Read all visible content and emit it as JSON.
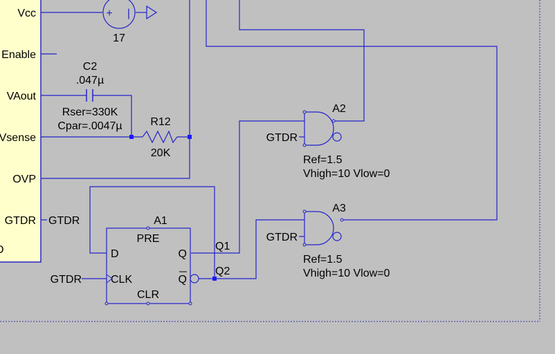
{
  "colors": {
    "background": "#c0c0c0",
    "wire": "#2222cc",
    "ic_fill": "#ffffcc",
    "text": "#000000",
    "junction": "#1a1aff",
    "border": "#3333aa"
  },
  "ic": {
    "pins": [
      {
        "id": "vcc",
        "label": "Vcc"
      },
      {
        "id": "enable",
        "label": "Enable"
      },
      {
        "id": "vaout",
        "label": "VAout"
      },
      {
        "id": "vsense",
        "label": "Vsense"
      },
      {
        "id": "ovp",
        "label": "OVP"
      },
      {
        "id": "gtdr",
        "label": "GTDR"
      }
    ],
    "extra_label": "D"
  },
  "source": {
    "value": "17",
    "plus": "+",
    "minus": "|"
  },
  "components": {
    "c2": {
      "name": "C2",
      "value": ".047µ",
      "rser": "Rser=330K",
      "cpar": "Cpar=.0047µ"
    },
    "r12": {
      "name": "R12",
      "value": "20K"
    },
    "a1": {
      "name": "A1",
      "pin_d": "D",
      "pin_pre": "PRE",
      "pin_q": "Q",
      "pin_qbar": "Q",
      "pin_clk": "CLK",
      "pin_clr": "CLR"
    },
    "a2": {
      "name": "A2",
      "ref": "Ref=1.5",
      "vhl": "Vhigh=10 Vlow=0"
    },
    "a3": {
      "name": "A3",
      "ref": "Ref=1.5",
      "vhl": "Vhigh=10 Vlow=0"
    }
  },
  "nets": {
    "gtdr_ic": "GTDR",
    "gtdr_clk": "GTDR",
    "gtdr_a2": "GTDR",
    "gtdr_a3": "GTDR",
    "q1": "Q1",
    "q2": "Q2"
  }
}
